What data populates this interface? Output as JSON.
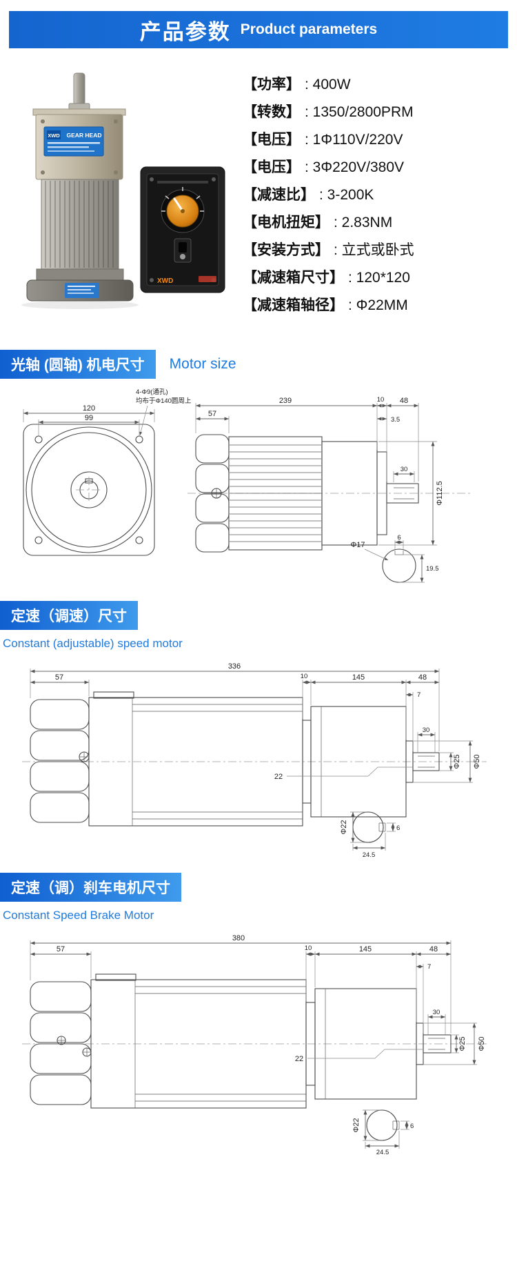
{
  "colors": {
    "header_blue": "#1565cf",
    "bar_blue_light": "#3f9bec",
    "subtitle_blue": "#1d7be0",
    "sticker_blue": "#1f74c9",
    "knob_orange": "#e08714"
  },
  "header": {
    "title_cn": "产品参数",
    "title_en": "Product parameters"
  },
  "photo": {
    "gearhead_label": "GEAR HEAD",
    "brand": "XWD"
  },
  "specs": [
    {
      "label": "【功率】",
      "value": ": 400W"
    },
    {
      "label": "【转数】",
      "value": ": 1350/2800PRM"
    },
    {
      "label": "【电压】",
      "value": ": 1Φ110V/220V"
    },
    {
      "label": "【电压】",
      "value": ": 3Φ220V/380V"
    },
    {
      "label": "【减速比】",
      "value": ": 3-200K"
    },
    {
      "label": "【电机扭矩】",
      "value": ": 2.83NM"
    },
    {
      "label": "【安装方式】",
      "value": ": 立式或卧式"
    },
    {
      "label": "【减速箱尺寸】",
      "value": ": 120*120"
    },
    {
      "label": "【减速箱轴径】",
      "value": ": Φ22MM"
    }
  ],
  "sections": [
    {
      "title": "光轴 (圆轴) 机电尺寸",
      "subtitle": "Motor size"
    },
    {
      "title": "定速（调速）尺寸",
      "subtitle": "Constant (adjustable) speed motor"
    },
    {
      "title": "定速（调）刹车电机尺寸",
      "subtitle": "Constant Speed Brake Motor"
    }
  ],
  "drawings": {
    "motor_size": {
      "front_width": "120",
      "bolt_spacing": "99",
      "hole_note_1": "4-Φ9(通孔)",
      "hole_note_2": "均布于Φ140圆周上",
      "gearhead": "57",
      "total": "239",
      "step": "10",
      "shaft_len": "48",
      "step2": "3.5",
      "key_len": "30",
      "body_dia": "Φ112.5",
      "shaft_dia": "Φ17",
      "flat": "19.5",
      "key_w": "6"
    },
    "speed_motor": {
      "total": "336",
      "front": "57",
      "gap": "10",
      "rear": "145",
      "shaft_len": "48",
      "step": "7",
      "key_len": "30",
      "dim22": "22",
      "shaft_dia": "Φ25",
      "hub_dia": "Φ50",
      "detail_dia": "Φ22",
      "detail_w": "24.5",
      "detail_key": "6"
    },
    "brake_motor": {
      "total": "380",
      "front": "57",
      "gap": "10",
      "rear": "145",
      "shaft_len": "48",
      "step": "7",
      "key_len": "30",
      "dim22": "22",
      "shaft_dia": "Φ25",
      "hub_dia": "Φ50",
      "detail_dia": "Φ22",
      "detail_w": "24.5",
      "detail_key": "6"
    }
  }
}
